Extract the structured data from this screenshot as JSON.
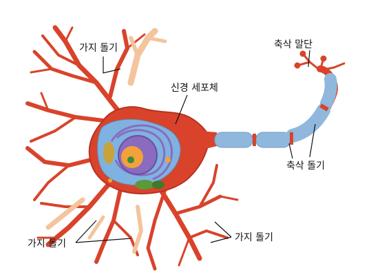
{
  "labels": {
    "dendrite_top": "가지 돌기",
    "cell_body": "신경 세포체",
    "axon_terminal": "축삭 말단",
    "axon": "축삭 돌기",
    "dendrite_bottom_left": "가지 돌기",
    "dendrite_bottom_right": "가지 돌기"
  },
  "colors": {
    "neuron_body": "#d9432b",
    "neuron_edge": "#b83220",
    "dendrite_light": "#f4c49c",
    "cytoplasm": "#7fb2e0",
    "nucleus": "#8a6bbf",
    "nucleolus": "#f2a23a",
    "mitochondria": "#5a9a3a",
    "golgi": "#c9a23a",
    "myelin": "#8fb8dc",
    "node_of_ranvier": "#d9432b"
  }
}
